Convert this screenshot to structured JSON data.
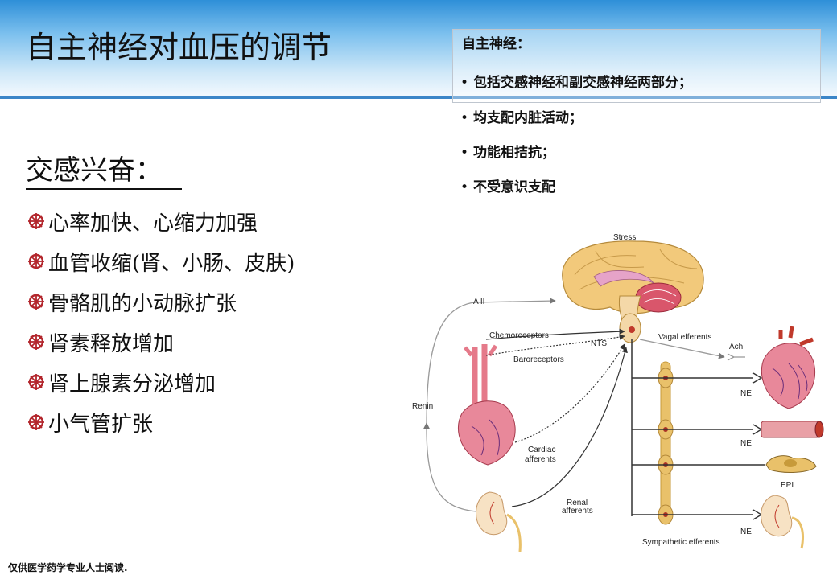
{
  "header": {
    "title": "自主神经对血压的调节"
  },
  "info_box": {
    "heading": "自主神经：",
    "items": [
      "包括交感神经和副交感神经两部分；",
      "均支配内脏活动；",
      "功能相拮抗；",
      "不受意识支配"
    ]
  },
  "section": {
    "heading": "交感兴奋：",
    "items": [
      "心率加快、心缩力加强",
      "血管收缩(肾、小肠、皮肤)",
      "骨骼肌的小动脉扩张",
      "肾素释放增加",
      "肾上腺素分泌增加",
      "小气管扩张"
    ]
  },
  "diagram": {
    "labels": {
      "stress": "Stress",
      "a2": "A II",
      "chemoreceptors": "Chemoreceptors",
      "nts": "NTS",
      "vagal": "Vagal efferents",
      "ach": "Ach",
      "baroreceptors": "Baroreceptors",
      "renin": "Renin",
      "ne": "NE",
      "cardiac": "Cardiac",
      "afferents": "afferents",
      "epi": "EPI",
      "renal": "Renal",
      "sympathetic": "Sympathetic efferents"
    }
  },
  "footer": {
    "note": "仅供医学药学专业人士阅读."
  },
  "colors": {
    "header_top": "#2e8fd8",
    "header_rule": "#3c86c8",
    "bullet_icon": "#b3262c",
    "nerve_chain": "#e9c16a"
  }
}
